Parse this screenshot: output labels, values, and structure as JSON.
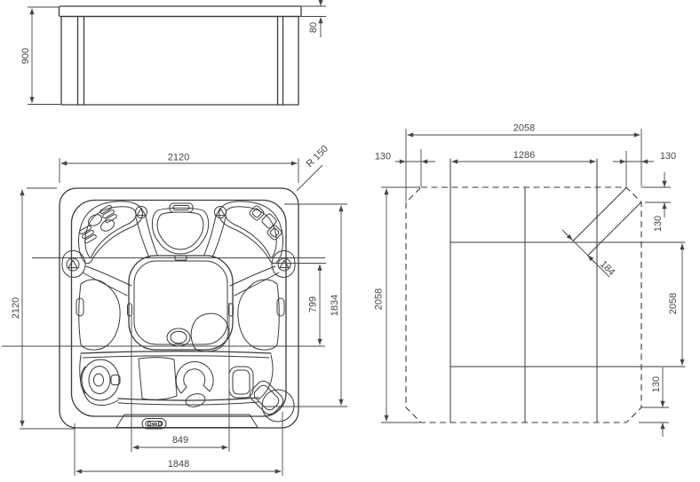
{
  "drawing": {
    "type": "technical-dimension-drawing",
    "subject": "square hot tub spa with base plan",
    "colors": {
      "background": "#ffffff",
      "line": "#3a3a3a",
      "dimension": "#464646"
    },
    "views": {
      "side": {
        "label": "side-elevation",
        "height": "900",
        "rim_thickness": "80"
      },
      "plan": {
        "label": "top-view",
        "overall_width": "2120",
        "overall_depth": "2120",
        "corner_radius": "R 150",
        "seat_to_lounger": "799",
        "interior_length": "1834",
        "lounger_width": "849",
        "base_width": "1848"
      },
      "base": {
        "label": "base-plan",
        "overall_width": "2058",
        "overall_height_left": "2058",
        "overall_height_right": "2058",
        "frame_spacing": "1286",
        "chamfer_offset_top_left": "130",
        "chamfer_offset_top_right": "130",
        "chamfer_offset_right_top": "130",
        "chamfer_offset_right_bottom": "130",
        "chamfer_length": "184"
      }
    }
  }
}
